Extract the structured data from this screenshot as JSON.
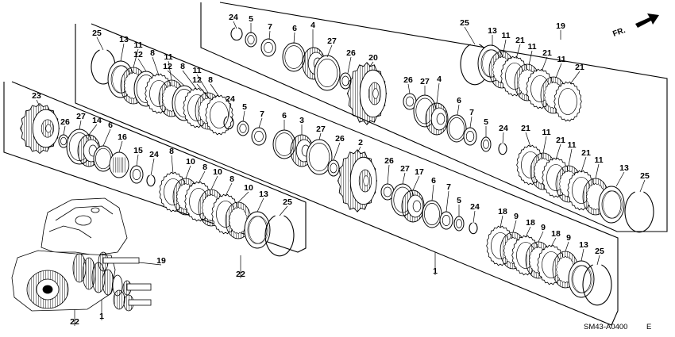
{
  "direction_label": "FR.",
  "diagram_code": "SM43-A0400",
  "code_suffix": "E",
  "callouts": [
    {
      "id": "c1",
      "text": "24"
    },
    {
      "id": "c2",
      "text": "5"
    },
    {
      "id": "c3",
      "text": "7"
    },
    {
      "id": "c4",
      "text": "6"
    },
    {
      "id": "c5",
      "text": "4"
    },
    {
      "id": "c6",
      "text": "27"
    },
    {
      "id": "c7",
      "text": "26"
    },
    {
      "id": "c8",
      "text": "20"
    },
    {
      "id": "c9",
      "text": "25"
    },
    {
      "id": "c10",
      "text": "13"
    },
    {
      "id": "c11",
      "text": "11"
    },
    {
      "id": "c12",
      "text": "21"
    },
    {
      "id": "c13",
      "text": "11"
    },
    {
      "id": "c14",
      "text": "21"
    },
    {
      "id": "c15",
      "text": "11"
    },
    {
      "id": "c16",
      "text": "21"
    },
    {
      "id": "c17",
      "text": "19"
    },
    {
      "id": "c18",
      "text": "26"
    },
    {
      "id": "c19",
      "text": "27"
    },
    {
      "id": "c20",
      "text": "4"
    },
    {
      "id": "c21",
      "text": "6"
    },
    {
      "id": "c22",
      "text": "7"
    },
    {
      "id": "c23",
      "text": "5"
    },
    {
      "id": "c24",
      "text": "24"
    },
    {
      "id": "c25",
      "text": "21"
    },
    {
      "id": "c26",
      "text": "11"
    },
    {
      "id": "c27",
      "text": "21"
    },
    {
      "id": "c28",
      "text": "11"
    },
    {
      "id": "c29",
      "text": "21"
    },
    {
      "id": "c30",
      "text": "11"
    },
    {
      "id": "c31",
      "text": "13"
    },
    {
      "id": "c32",
      "text": "25"
    },
    {
      "id": "c33",
      "text": "25"
    },
    {
      "id": "c34",
      "text": "13"
    },
    {
      "id": "c35",
      "text": "11"
    },
    {
      "id": "c36",
      "text": "12"
    },
    {
      "id": "c37",
      "text": "8"
    },
    {
      "id": "c38",
      "text": "11"
    },
    {
      "id": "c39",
      "text": "12"
    },
    {
      "id": "c40",
      "text": "8"
    },
    {
      "id": "c41",
      "text": "11"
    },
    {
      "id": "c42",
      "text": "12"
    },
    {
      "id": "c43",
      "text": "8"
    },
    {
      "id": "c44",
      "text": "24"
    },
    {
      "id": "c45",
      "text": "5"
    },
    {
      "id": "c46",
      "text": "7"
    },
    {
      "id": "c47",
      "text": "6"
    },
    {
      "id": "c48",
      "text": "3"
    },
    {
      "id": "c49",
      "text": "27"
    },
    {
      "id": "c50",
      "text": "26"
    },
    {
      "id": "c51",
      "text": "2"
    },
    {
      "id": "c52",
      "text": "26"
    },
    {
      "id": "c53",
      "text": "27"
    },
    {
      "id": "c54",
      "text": "17"
    },
    {
      "id": "c55",
      "text": "6"
    },
    {
      "id": "c56",
      "text": "7"
    },
    {
      "id": "c57",
      "text": "5"
    },
    {
      "id": "c58",
      "text": "24"
    },
    {
      "id": "c59",
      "text": "18"
    },
    {
      "id": "c60",
      "text": "9"
    },
    {
      "id": "c61",
      "text": "18"
    },
    {
      "id": "c62",
      "text": "9"
    },
    {
      "id": "c63",
      "text": "18"
    },
    {
      "id": "c64",
      "text": "9"
    },
    {
      "id": "c65",
      "text": "13"
    },
    {
      "id": "c66",
      "text": "25"
    },
    {
      "id": "c67",
      "text": "1"
    },
    {
      "id": "c68",
      "text": "23"
    },
    {
      "id": "c69",
      "text": "27"
    },
    {
      "id": "c70",
      "text": "14"
    },
    {
      "id": "c71",
      "text": "26"
    },
    {
      "id": "c72",
      "text": "6"
    },
    {
      "id": "c73",
      "text": "16"
    },
    {
      "id": "c74",
      "text": "15"
    },
    {
      "id": "c75",
      "text": "24"
    },
    {
      "id": "c76",
      "text": "8"
    },
    {
      "id": "c77",
      "text": "10"
    },
    {
      "id": "c78",
      "text": "8"
    },
    {
      "id": "c79",
      "text": "10"
    },
    {
      "id": "c80",
      "text": "8"
    },
    {
      "id": "c81",
      "text": "10"
    },
    {
      "id": "c82",
      "text": "13"
    },
    {
      "id": "c83",
      "text": "25"
    },
    {
      "id": "c84",
      "text": "22"
    },
    {
      "id": "c85",
      "text": "19"
    },
    {
      "id": "c86",
      "text": "22"
    },
    {
      "id": "c87",
      "text": "1"
    }
  ]
}
